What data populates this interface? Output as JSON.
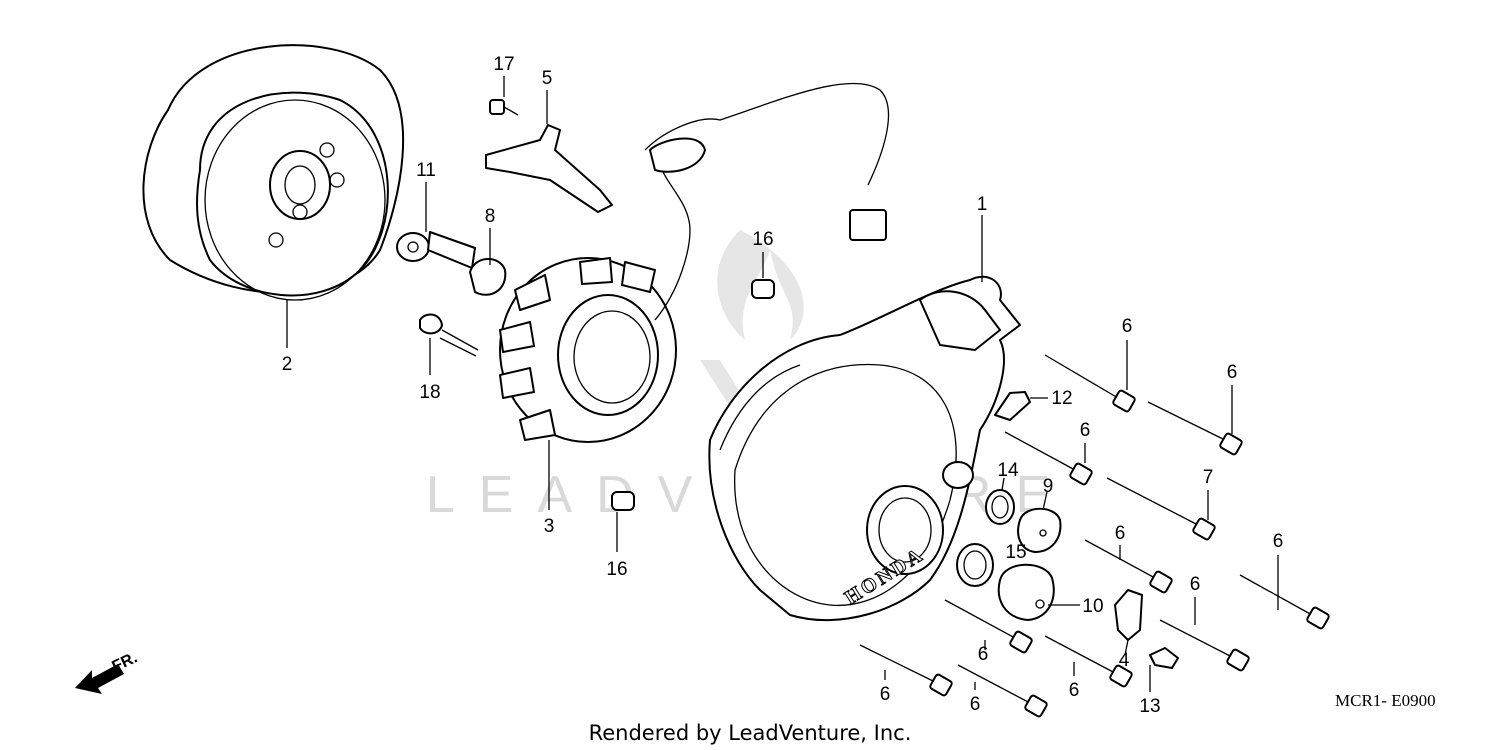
{
  "watermark": "LEADVENTURE",
  "diagram_code": "MCR1- E0900",
  "footer_text": "Rendered by LeadVenture, Inc.",
  "direction_label": "FR.",
  "brand_mark": "HONDA",
  "callouts": [
    "17",
    "5",
    "11",
    "8",
    "2",
    "18",
    "16",
    "3",
    "16",
    "1",
    "6",
    "6",
    "12",
    "6",
    "14",
    "9",
    "7",
    "6",
    "15",
    "6",
    "10",
    "6",
    "6",
    "4",
    "6",
    "6",
    "13"
  ]
}
